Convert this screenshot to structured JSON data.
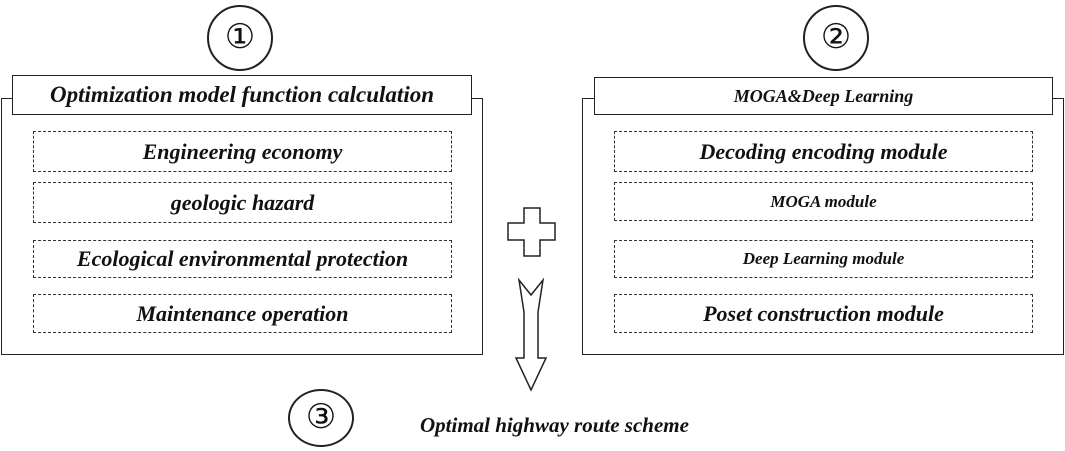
{
  "step_markers": [
    "①",
    "②",
    "③"
  ],
  "left_panel": {
    "title": "Optimization model function calculation",
    "items": [
      "Engineering economy",
      "geologic hazard",
      "Ecological environmental protection",
      "Maintenance operation"
    ]
  },
  "right_panel": {
    "title": "MOGA&Deep Learning",
    "items": [
      "Decoding encoding module",
      "MOGA module",
      "Deep Learning  module",
      "Poset construction module"
    ]
  },
  "result": {
    "label": "Optimal highway route scheme"
  },
  "colors": {
    "stroke": "#222222",
    "background": "#ffffff"
  },
  "icons": {
    "combine": "plus-icon",
    "flow": "down-arrow-icon"
  }
}
